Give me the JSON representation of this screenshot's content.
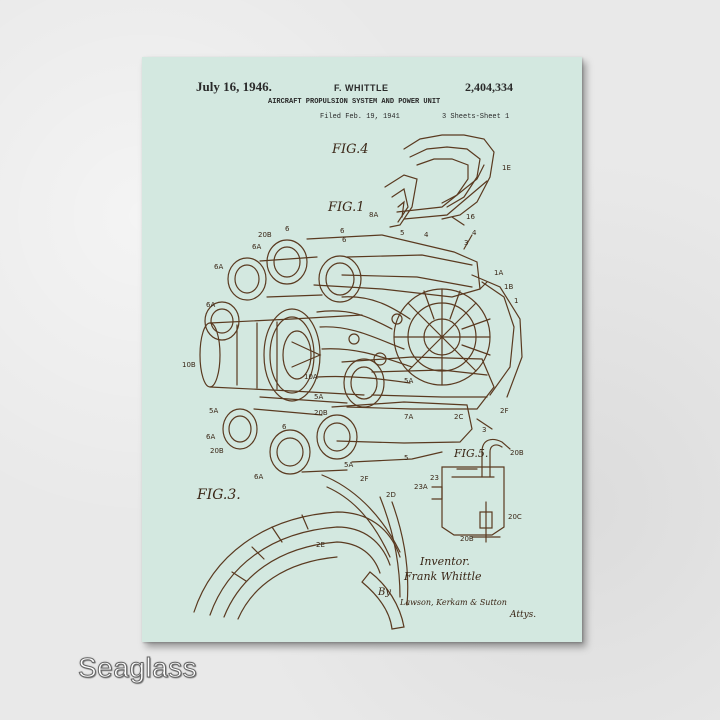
{
  "patent": {
    "date": "July 16, 1946.",
    "inventor_header": "F. WHITTLE",
    "number": "2,404,334",
    "title": "AIRCRAFT PROPULSION SYSTEM AND POWER UNIT",
    "filed": "Filed Feb. 19, 1941",
    "sheet": "3 Sheets-Sheet 1"
  },
  "figures": {
    "fig4": "FIG.4",
    "fig1": "FIG.1",
    "fig3": "FIG.3.",
    "fig5": "FIG.5."
  },
  "refs": [
    "1E",
    "8A",
    "16",
    "6",
    "20B",
    "6",
    "6A",
    "5",
    "4",
    "3",
    "6A",
    "1A",
    "1B",
    "6A",
    "1",
    "4",
    "6",
    "10B",
    "10A",
    "5A",
    "5A",
    "7A",
    "2C",
    "2F",
    "5A",
    "20B",
    "3",
    "6A",
    "20B",
    "6",
    "5",
    "6A",
    "5A",
    "2F",
    "2D",
    "2E",
    "20B",
    "23",
    "23A",
    "20C",
    "20B"
  ],
  "signature": {
    "inventor_word": "Inventor.",
    "inventor_name": "Frank Whittle",
    "by": "By",
    "attorneys": "Lawson, Kerkam & Sutton",
    "attys": "Attys."
  },
  "colorway_label": "Seaglass",
  "colors": {
    "paper": "#d3e8e0",
    "ink": "#5a3a20",
    "wall": "#e9e9e9"
  }
}
